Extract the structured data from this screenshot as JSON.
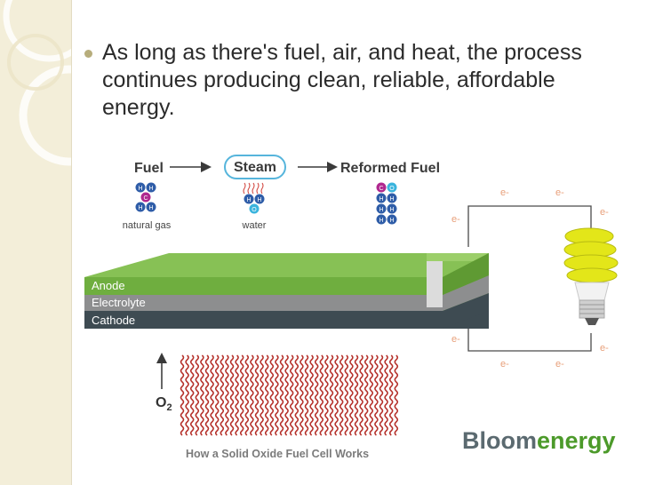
{
  "slide": {
    "bullet_text": "As long as there's fuel, air, and heat, the process continues producing clean, reliable, affordable energy."
  },
  "diagram": {
    "fuel_label": "Fuel",
    "steam_label": "Steam",
    "reformed_fuel_label": "Reformed Fuel",
    "natural_gas_label": "natural gas",
    "water_label": "water",
    "layers": [
      "Anode",
      "Electrolyte",
      "Cathode"
    ],
    "oxygen_label": "O",
    "oxygen_subscript": "2",
    "electron_label": "e-",
    "caption": "How a Solid Oxide Fuel Cell Works",
    "logo_text": "Bloomenergy",
    "molecules": {
      "fuel": [
        "H",
        "H",
        "C",
        "H",
        "H"
      ],
      "water": [
        "H",
        "H",
        "O"
      ],
      "reformed": [
        "C",
        "O",
        "H",
        "H",
        "H",
        "H",
        "H",
        "H"
      ]
    },
    "colors": {
      "hydrogen": "#2f5da8",
      "carbon": "#b0288f",
      "oxygen": "#3ab4dd",
      "anode": "#6fae3f",
      "electrolyte": "#8d8e8f",
      "cathode": "#3e4b52",
      "wave": "#b5312b",
      "bulb": "#e3e619",
      "logo_green": "#4c9a2a"
    }
  }
}
